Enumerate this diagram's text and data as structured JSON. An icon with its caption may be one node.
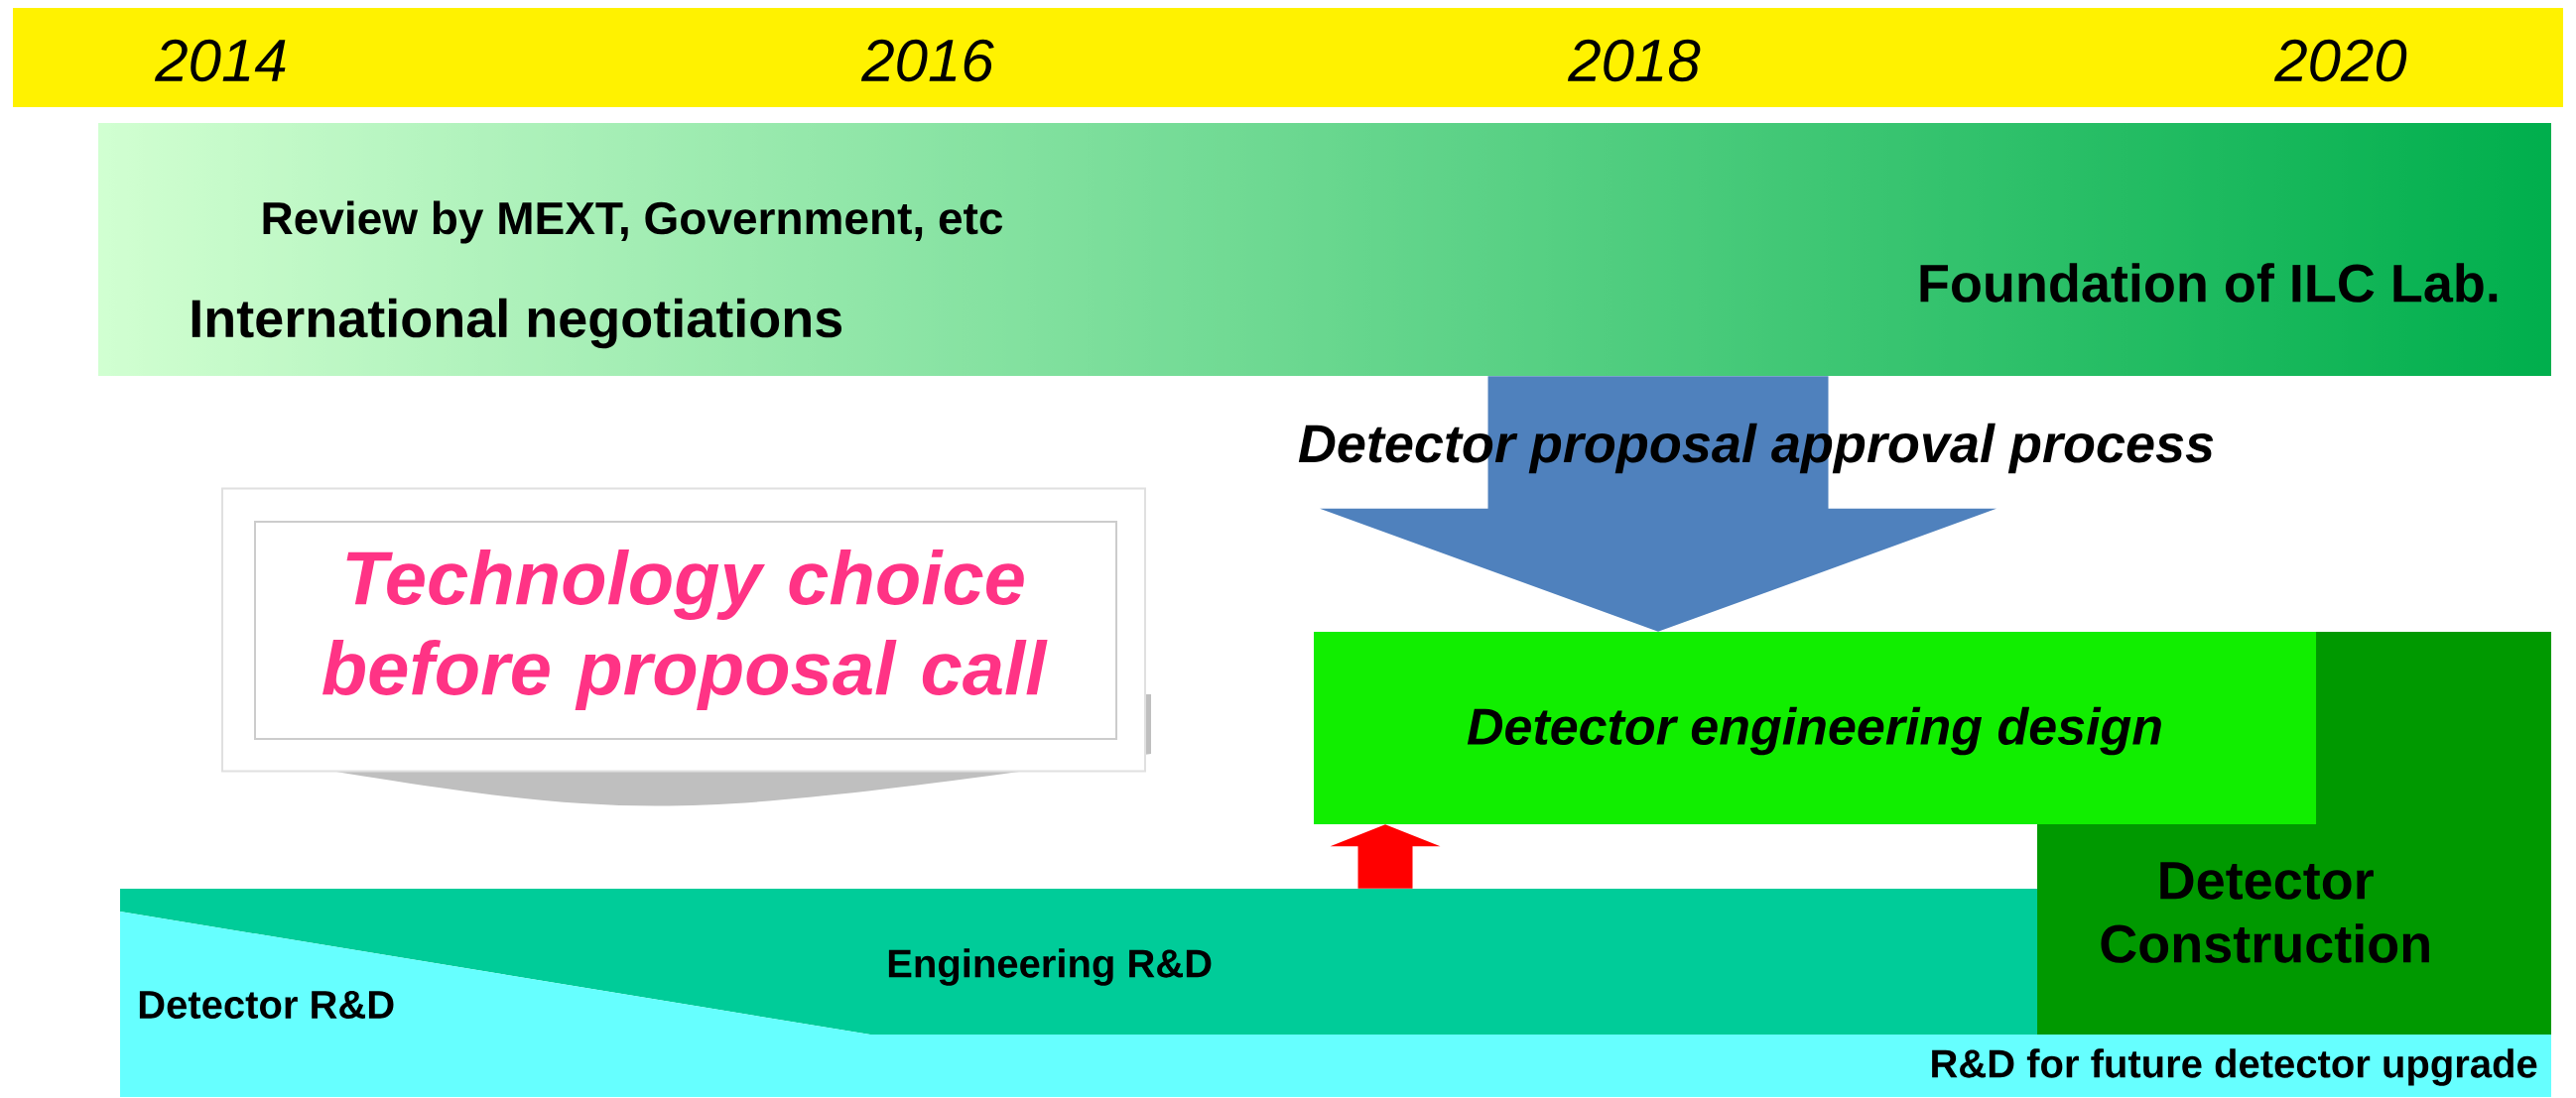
{
  "diagram": {
    "nodes": [
      {
        "text": [
          "Review by MEXT, Government, etc",
          "International negotiations",
          "Foundation of ILC Lab."
        ]
      },
      {
        "text": [
          "Technology choice before proposal call"
        ]
      },
      {
        "text": [
          "Detector engineering design"
        ]
      },
      {
        "text": [
          "Detector Construction"
        ]
      },
      {
        "text": [
          "Engineering R&D"
        ]
      },
      {
        "text": [
          "Detector R&D",
          "R&D for future detector upgrade"
        ]
      }
    ],
    "edges": [
      {
        "from": 0,
        "to": 2,
        "arrow": "to",
        "label": "Detector proposal approval process",
        "style": "thick",
        "color": "#4f81bd"
      },
      {
        "from": 4,
        "to": 2,
        "arrow": "to",
        "style": "thick",
        "color": "#ff0000"
      }
    ],
    "labels": [
      "2014",
      "2016",
      "2018",
      "2020"
    ]
  }
}
